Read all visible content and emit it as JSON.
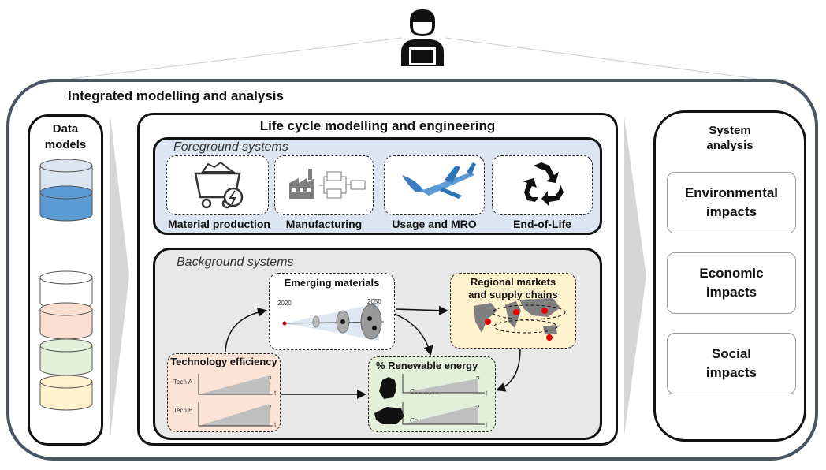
{
  "title": "Integrated modelling and analysis",
  "data_models": {
    "title_line1": "Data",
    "title_line2": "models"
  },
  "lca": {
    "title": "Life cycle modelling and engineering",
    "foreground": {
      "title": "Foreground systems",
      "items": [
        {
          "label": "Material production",
          "icon": "mine-cart-icon"
        },
        {
          "label": "Manufacturing",
          "icon": "factory-icon"
        },
        {
          "label": "Usage and MRO",
          "icon": "aircraft-icon"
        },
        {
          "label": "End-of-Life",
          "icon": "recycle-icon"
        }
      ]
    },
    "background": {
      "title": "Background systems",
      "emerging": {
        "title": "Emerging materials",
        "year_start": "2020",
        "year_end": "2050"
      },
      "regional": {
        "title_line1": "Regional markets",
        "title_line2": "and supply chains"
      },
      "technology": {
        "title": "Technology efficiency",
        "row1": "Tech A",
        "row2": "Tech B",
        "q": "?",
        "t": "t"
      },
      "renewable": {
        "title": "% Renewable energy",
        "row1": "Country A",
        "row2": "Country B",
        "q": "?",
        "t": "t"
      }
    }
  },
  "system_analysis": {
    "title_line1": "System",
    "title_line2": "analysis",
    "impacts": [
      "Environmental\nimpacts",
      "Economic\nimpacts",
      "Social\nimpacts"
    ]
  },
  "colors": {
    "db_colors": [
      "#dce6f1",
      "#5b9bd5",
      "#ffffff",
      "#fbe0d1",
      "#e2efd9",
      "#fff2cc"
    ],
    "foreground_bg": "#dbe6f2",
    "background_bg": "#e8e8e8",
    "technology_bg": "#fbe4d6",
    "renewable_bg": "#e2efd9",
    "regional_bg": "#fff2cc"
  }
}
